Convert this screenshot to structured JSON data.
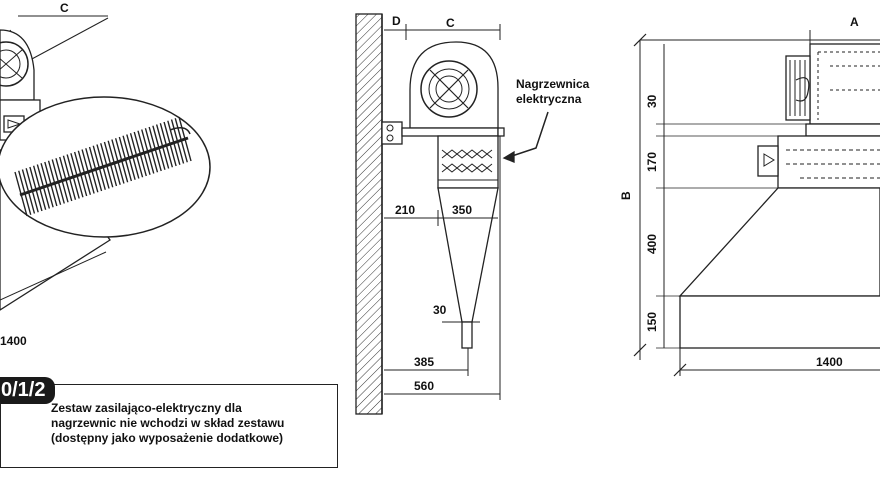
{
  "left_view": {
    "dim_c": "C",
    "dim_1400": "1400"
  },
  "middle_view": {
    "dim_d": "D",
    "dim_c": "C",
    "dim_210": "210",
    "dim_350": "350",
    "dim_30": "30",
    "dim_385": "385",
    "dim_560": "560",
    "heater_label_line1": "Nagrzewnica",
    "heater_label_line2": "elektryczna"
  },
  "right_view": {
    "dim_a": "A",
    "dim_b": "B",
    "dim_30": "30",
    "dim_170": "170",
    "dim_400": "400",
    "dim_150": "150",
    "dim_1400": "1400"
  },
  "note": {
    "badge": "0/1/2",
    "line1": "Zestaw zasilająco-elektryczny dla",
    "line2": "nagrzewnic nie wchodzi w skład zestawu",
    "line3": "(dostępny jako wyposażenie dodatkowe)"
  }
}
